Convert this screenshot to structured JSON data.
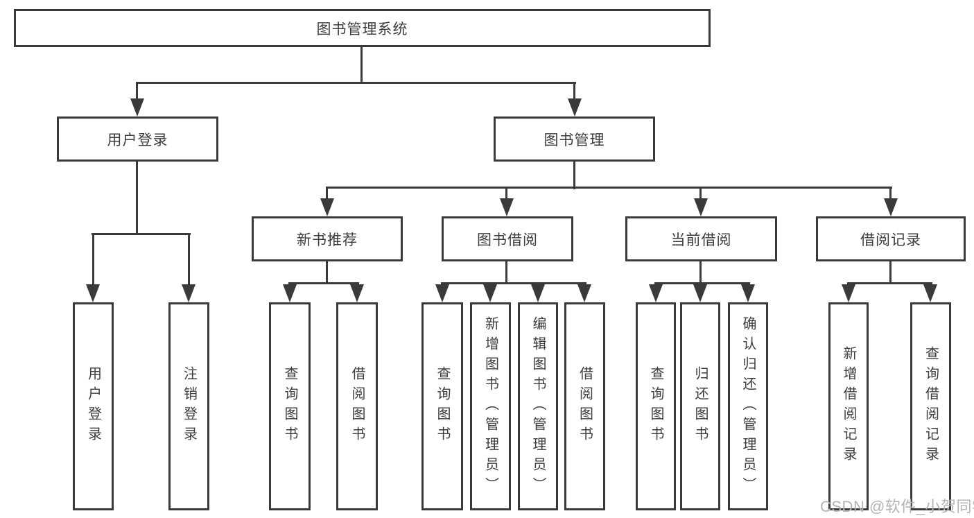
{
  "tree": {
    "label": "图书管理系统",
    "children": [
      {
        "label": "用户登录",
        "children": [
          {
            "label": "用户登录"
          },
          {
            "label": "注销登录"
          }
        ]
      },
      {
        "label": "图书管理",
        "children": [
          {
            "label": "新书推荐",
            "children": [
              {
                "label": "查询图书"
              },
              {
                "label": "借阅图书"
              }
            ]
          },
          {
            "label": "图书借阅",
            "children": [
              {
                "label": "查询图书"
              },
              {
                "label": "新增图书（管理员）"
              },
              {
                "label": "编辑图书（管理员）"
              },
              {
                "label": "借阅图书"
              }
            ]
          },
          {
            "label": "当前借阅",
            "children": [
              {
                "label": "查询图书"
              },
              {
                "label": "归还图书"
              },
              {
                "label": "确认归还（管理员）"
              }
            ]
          },
          {
            "label": "借阅记录",
            "children": [
              {
                "label": "新增借阅记录"
              },
              {
                "label": "查询借阅记录"
              }
            ]
          }
        ]
      }
    ]
  },
  "watermark": {
    "text": "CSDN @软件_小贺同学"
  },
  "colors": {
    "line": "#3a3a3a",
    "text": "#3d3d3d",
    "watermark": "#b4b4b4",
    "background": "#ffffff"
  }
}
